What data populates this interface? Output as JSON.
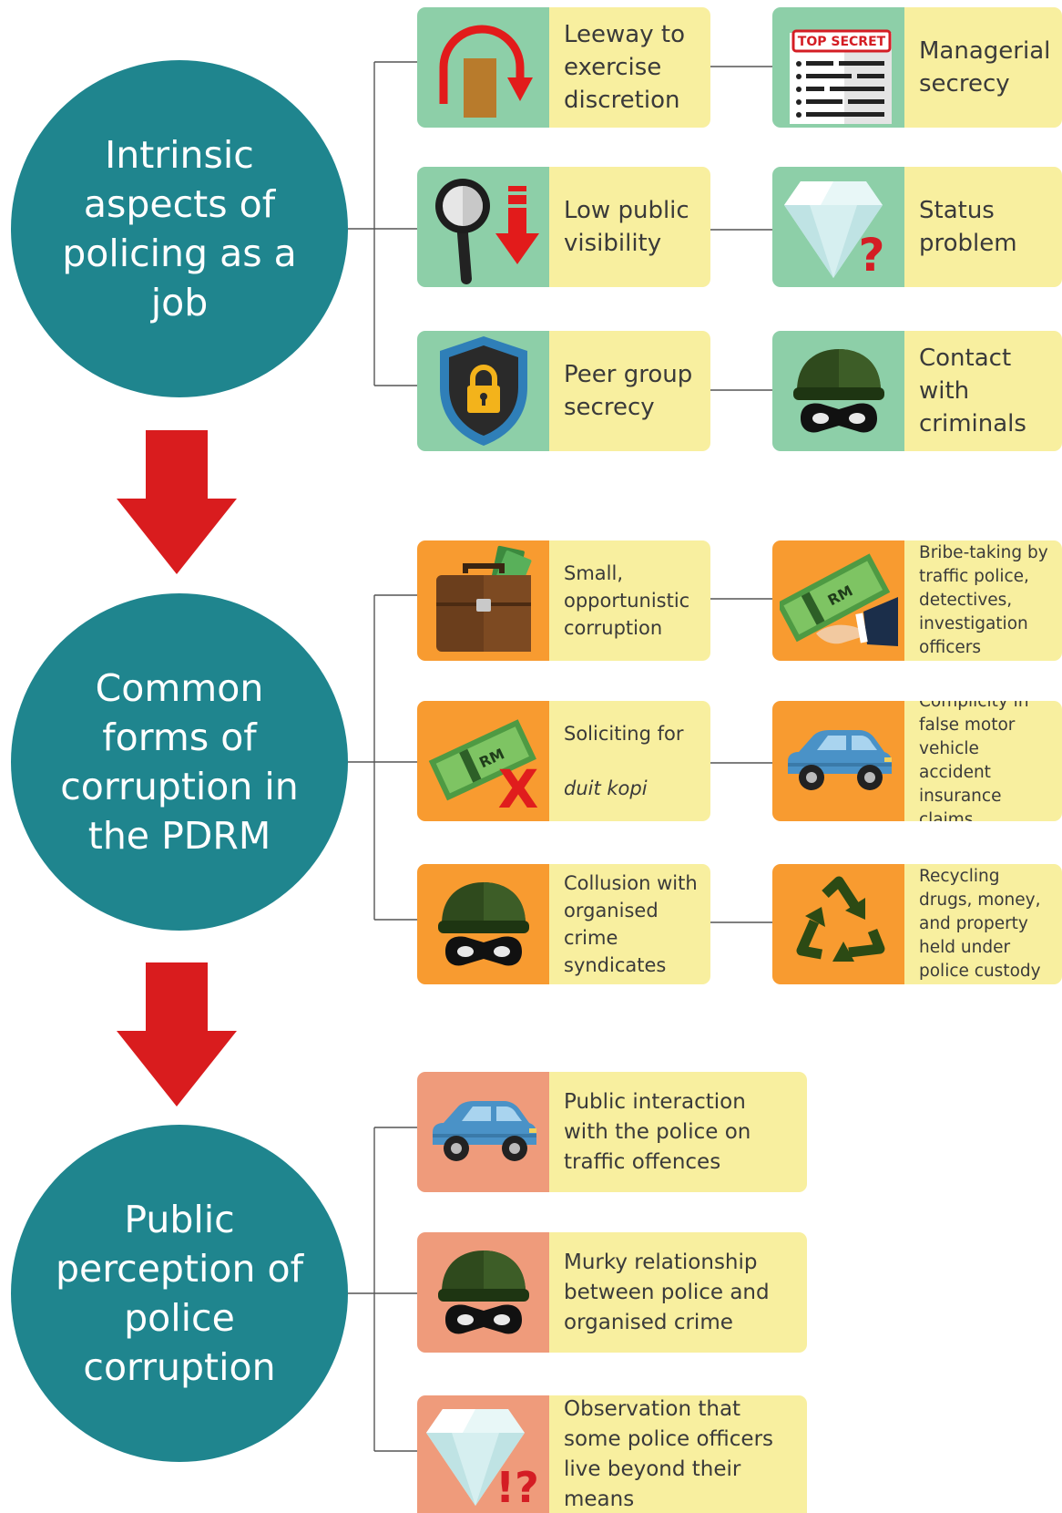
{
  "sections": [
    {
      "title": "Intrinsic aspects of policing as a job",
      "left": [
        {
          "text": "Leeway to exercise discretion",
          "icon": "arrow-over-box-icon"
        },
        {
          "text": "Low public visibility",
          "icon": "magnifier-down-arrow-icon"
        },
        {
          "text": "Peer group secrecy",
          "icon": "shield-lock-icon"
        }
      ],
      "right": [
        {
          "text": "Managerial secrecy",
          "icon": "top-secret-document-icon",
          "stamp": "TOP SECRET"
        },
        {
          "text": "Status problem",
          "icon": "diamond-question-icon"
        },
        {
          "text": "Contact with criminals",
          "icon": "burglar-icon"
        }
      ]
    },
    {
      "title": "Common forms of corruption in the PDRM",
      "left": [
        {
          "text": "Small, opportunistic corruption",
          "icon": "briefcase-money-icon"
        },
        {
          "text": "Soliciting for",
          "text_italic": "duit kopi",
          "icon": "banknote-cross-icon",
          "currency": "RM"
        },
        {
          "text": "Collusion with organised crime syndicates",
          "icon": "burglar-icon"
        }
      ],
      "right": [
        {
          "text": "Bribe-taking by traffic police, detectives, investigation officers",
          "icon": "banknote-handover-icon",
          "currency": "RM"
        },
        {
          "text": "Complicity in false motor vehicle accident insurance claims",
          "icon": "car-icon"
        },
        {
          "text": "Recycling drugs, money, and property held under police custody",
          "icon": "recycle-icon"
        }
      ]
    },
    {
      "title": "Public perception of police corruption",
      "items": [
        {
          "text": "Public interaction with the police on traffic offences",
          "icon": "car-icon"
        },
        {
          "text": "Murky relationship between police and organised crime",
          "icon": "burglar-icon"
        },
        {
          "text": "Observation that some police officers live beyond their means",
          "icon": "diamond-exclamation-question-icon"
        }
      ]
    }
  ],
  "colors": {
    "circle": "#1f858e",
    "arrow": "#d91c1e",
    "section1_icon_bg": "#8dcfa8",
    "section2_icon_bg": "#f89b30",
    "section3_icon_bg": "#ef9b7b",
    "text_bg": "#f8ef9f"
  }
}
